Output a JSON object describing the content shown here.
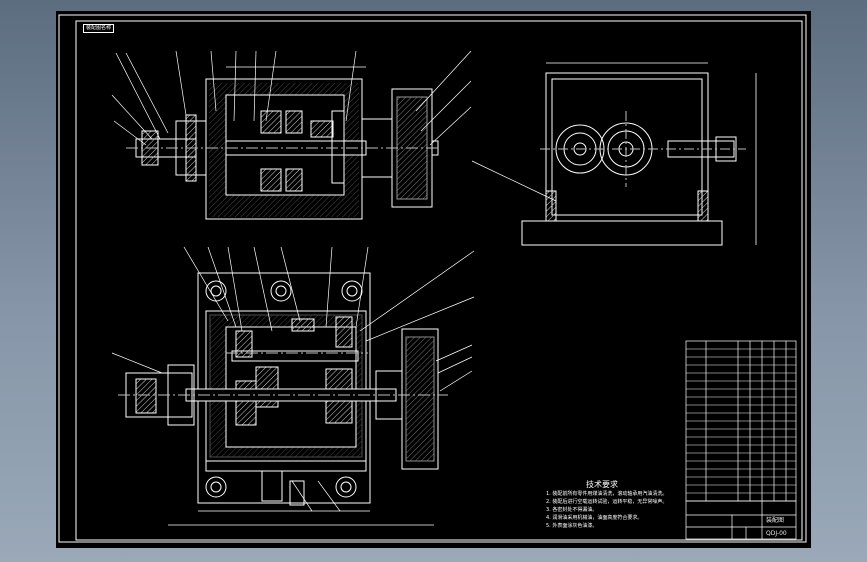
{
  "colors": {
    "background_top": "#5d6d80",
    "background_bottom": "#9aa8b8",
    "canvas": "#000000",
    "line": "#ffffff",
    "hatch": "#cfcfcf",
    "center_line": "#bfbfbf"
  },
  "drawing": {
    "sheet_tag": "装配图名称",
    "notes": {
      "title": "技术要求",
      "lines": [
        "1. 装配前所有零件用煤油清洗，滚动轴承用汽油清洗。",
        "2. 装配后进行空载运转试验，运转平稳，无异常噪声。",
        "3. 各密封处不得漏油。",
        "4. 润滑油采用机械油，油面高度符合要求。",
        "5. 外表面涂灰色油漆。"
      ]
    },
    "title_block": {
      "drawing_name": "装配图",
      "drawing_number": "QDJ-00"
    }
  }
}
